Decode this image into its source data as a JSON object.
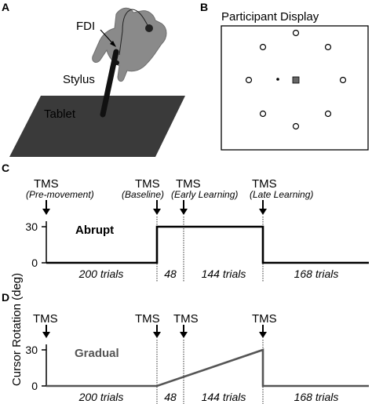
{
  "panels": {
    "a": "A",
    "b": "B",
    "c": "C",
    "d": "D"
  },
  "panel_a": {
    "fdi_label": "FDI",
    "stylus_label": "Stylus",
    "tablet_label": "Tablet"
  },
  "panel_b": {
    "title": "Participant Display"
  },
  "panel_c": {
    "condition": "Abrupt",
    "tms": [
      {
        "label": "TMS",
        "sub": "(Pre-movement)"
      },
      {
        "label": "TMS",
        "sub": "(Baseline)"
      },
      {
        "label": "TMS",
        "sub": "(Early Learning)"
      },
      {
        "label": "TMS",
        "sub": "(Late Learning)"
      }
    ],
    "phases": [
      "200 trials",
      "48",
      "144 trials",
      "168 trials"
    ],
    "yticks": [
      "30",
      "0"
    ]
  },
  "panel_d": {
    "condition": "Gradual",
    "tms": [
      "TMS",
      "TMS",
      "TMS",
      "TMS"
    ],
    "phases": [
      "200 trials",
      "48",
      "144 trials",
      "168 trials"
    ],
    "yticks": [
      "30",
      "0"
    ]
  },
  "ylabel": "Cursor Rotation (deg)",
  "colors": {
    "tablet": "#3a3a3a",
    "hand": "#8a8a8a",
    "abrupt_line": "#000000",
    "gradual_line": "#555555",
    "gradual_label": "#555555"
  }
}
